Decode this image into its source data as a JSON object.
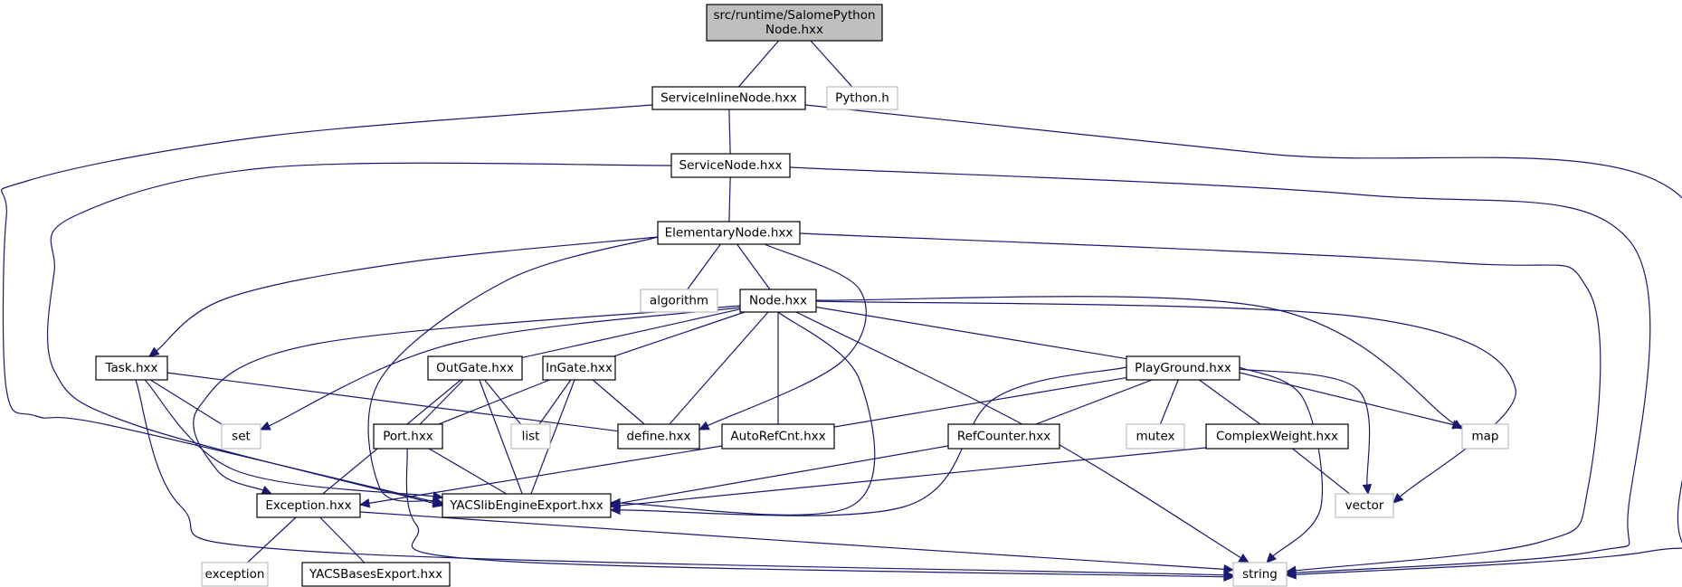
{
  "diagram": {
    "type": "include-dependency-graph",
    "colors": {
      "edge": "#191970",
      "root_fill": "#bfbfbf",
      "internal_border": "#000000",
      "external_border": "#bfbfbf"
    },
    "nodes": [
      {
        "id": "root",
        "label_lines": [
          "src/runtime/SalomePython",
          "Node.hxx"
        ],
        "kind": "root"
      },
      {
        "id": "serviceinline",
        "label_lines": [
          "ServiceInlineNode.hxx"
        ],
        "kind": "internal"
      },
      {
        "id": "python",
        "label_lines": [
          "Python.h"
        ],
        "kind": "external"
      },
      {
        "id": "servicenode",
        "label_lines": [
          "ServiceNode.hxx"
        ],
        "kind": "internal"
      },
      {
        "id": "elementary",
        "label_lines": [
          "ElementaryNode.hxx"
        ],
        "kind": "internal"
      },
      {
        "id": "algorithm",
        "label_lines": [
          "algorithm"
        ],
        "kind": "external"
      },
      {
        "id": "node",
        "label_lines": [
          "Node.hxx"
        ],
        "kind": "internal"
      },
      {
        "id": "task",
        "label_lines": [
          "Task.hxx"
        ],
        "kind": "internal"
      },
      {
        "id": "outgate",
        "label_lines": [
          "OutGate.hxx"
        ],
        "kind": "internal"
      },
      {
        "id": "ingate",
        "label_lines": [
          "InGate.hxx"
        ],
        "kind": "internal"
      },
      {
        "id": "playground",
        "label_lines": [
          "PlayGround.hxx"
        ],
        "kind": "internal"
      },
      {
        "id": "set",
        "label_lines": [
          "set"
        ],
        "kind": "external"
      },
      {
        "id": "port",
        "label_lines": [
          "Port.hxx"
        ],
        "kind": "internal"
      },
      {
        "id": "list",
        "label_lines": [
          "list"
        ],
        "kind": "external"
      },
      {
        "id": "define",
        "label_lines": [
          "define.hxx"
        ],
        "kind": "internal"
      },
      {
        "id": "autorefcnt",
        "label_lines": [
          "AutoRefCnt.hxx"
        ],
        "kind": "internal"
      },
      {
        "id": "refcounter",
        "label_lines": [
          "RefCounter.hxx"
        ],
        "kind": "internal"
      },
      {
        "id": "mutex",
        "label_lines": [
          "mutex"
        ],
        "kind": "external"
      },
      {
        "id": "complexweight",
        "label_lines": [
          "ComplexWeight.hxx"
        ],
        "kind": "internal"
      },
      {
        "id": "map",
        "label_lines": [
          "map"
        ],
        "kind": "external"
      },
      {
        "id": "exception_hxx",
        "label_lines": [
          "Exception.hxx"
        ],
        "kind": "internal"
      },
      {
        "id": "yacslib",
        "label_lines": [
          "YACSlibEngineExport.hxx"
        ],
        "kind": "internal"
      },
      {
        "id": "vector",
        "label_lines": [
          "vector"
        ],
        "kind": "external"
      },
      {
        "id": "exception",
        "label_lines": [
          "exception"
        ],
        "kind": "external"
      },
      {
        "id": "yacsbases",
        "label_lines": [
          "YACSBasesExport.hxx"
        ],
        "kind": "internal"
      },
      {
        "id": "string",
        "label_lines": [
          "string"
        ],
        "kind": "external"
      }
    ],
    "edges": [
      {
        "from": "root",
        "to": "serviceinline"
      },
      {
        "from": "root",
        "to": "python"
      },
      {
        "from": "serviceinline",
        "to": "servicenode"
      },
      {
        "from": "serviceinline",
        "to": "yacslib"
      },
      {
        "from": "serviceinline",
        "to": "string"
      },
      {
        "from": "servicenode",
        "to": "elementary"
      },
      {
        "from": "servicenode",
        "to": "yacslib"
      },
      {
        "from": "servicenode",
        "to": "string"
      },
      {
        "from": "elementary",
        "to": "task"
      },
      {
        "from": "elementary",
        "to": "algorithm"
      },
      {
        "from": "elementary",
        "to": "node"
      },
      {
        "from": "elementary",
        "to": "define"
      },
      {
        "from": "elementary",
        "to": "yacslib"
      },
      {
        "from": "elementary",
        "to": "string"
      },
      {
        "from": "node",
        "to": "outgate"
      },
      {
        "from": "node",
        "to": "ingate"
      },
      {
        "from": "node",
        "to": "playground"
      },
      {
        "from": "node",
        "to": "set"
      },
      {
        "from": "node",
        "to": "define"
      },
      {
        "from": "node",
        "to": "autorefcnt"
      },
      {
        "from": "node",
        "to": "exception_hxx"
      },
      {
        "from": "node",
        "to": "yacslib"
      },
      {
        "from": "node",
        "to": "string"
      },
      {
        "from": "node",
        "to": "map"
      },
      {
        "from": "node",
        "to": "vector"
      },
      {
        "from": "task",
        "to": "set"
      },
      {
        "from": "task",
        "to": "define"
      },
      {
        "from": "task",
        "to": "yacslib"
      },
      {
        "from": "task",
        "to": "string"
      },
      {
        "from": "outgate",
        "to": "port"
      },
      {
        "from": "outgate",
        "to": "list"
      },
      {
        "from": "outgate",
        "to": "exception_hxx"
      },
      {
        "from": "outgate",
        "to": "yacslib"
      },
      {
        "from": "ingate",
        "to": "port"
      },
      {
        "from": "ingate",
        "to": "list"
      },
      {
        "from": "ingate",
        "to": "define"
      },
      {
        "from": "ingate",
        "to": "yacslib"
      },
      {
        "from": "port",
        "to": "yacslib"
      },
      {
        "from": "port",
        "to": "string"
      },
      {
        "from": "autorefcnt",
        "to": "exception_hxx"
      },
      {
        "from": "playground",
        "to": "autorefcnt"
      },
      {
        "from": "playground",
        "to": "refcounter"
      },
      {
        "from": "playground",
        "to": "mutex"
      },
      {
        "from": "playground",
        "to": "complexweight"
      },
      {
        "from": "playground",
        "to": "map"
      },
      {
        "from": "playground",
        "to": "vector"
      },
      {
        "from": "playground",
        "to": "string"
      },
      {
        "from": "playground",
        "to": "yacslib"
      },
      {
        "from": "refcounter",
        "to": "yacslib"
      },
      {
        "from": "complexweight",
        "to": "yacslib"
      },
      {
        "from": "complexweight",
        "to": "vector"
      },
      {
        "from": "exception_hxx",
        "to": "exception"
      },
      {
        "from": "exception_hxx",
        "to": "yacsbases"
      },
      {
        "from": "exception_hxx",
        "to": "string"
      }
    ]
  }
}
